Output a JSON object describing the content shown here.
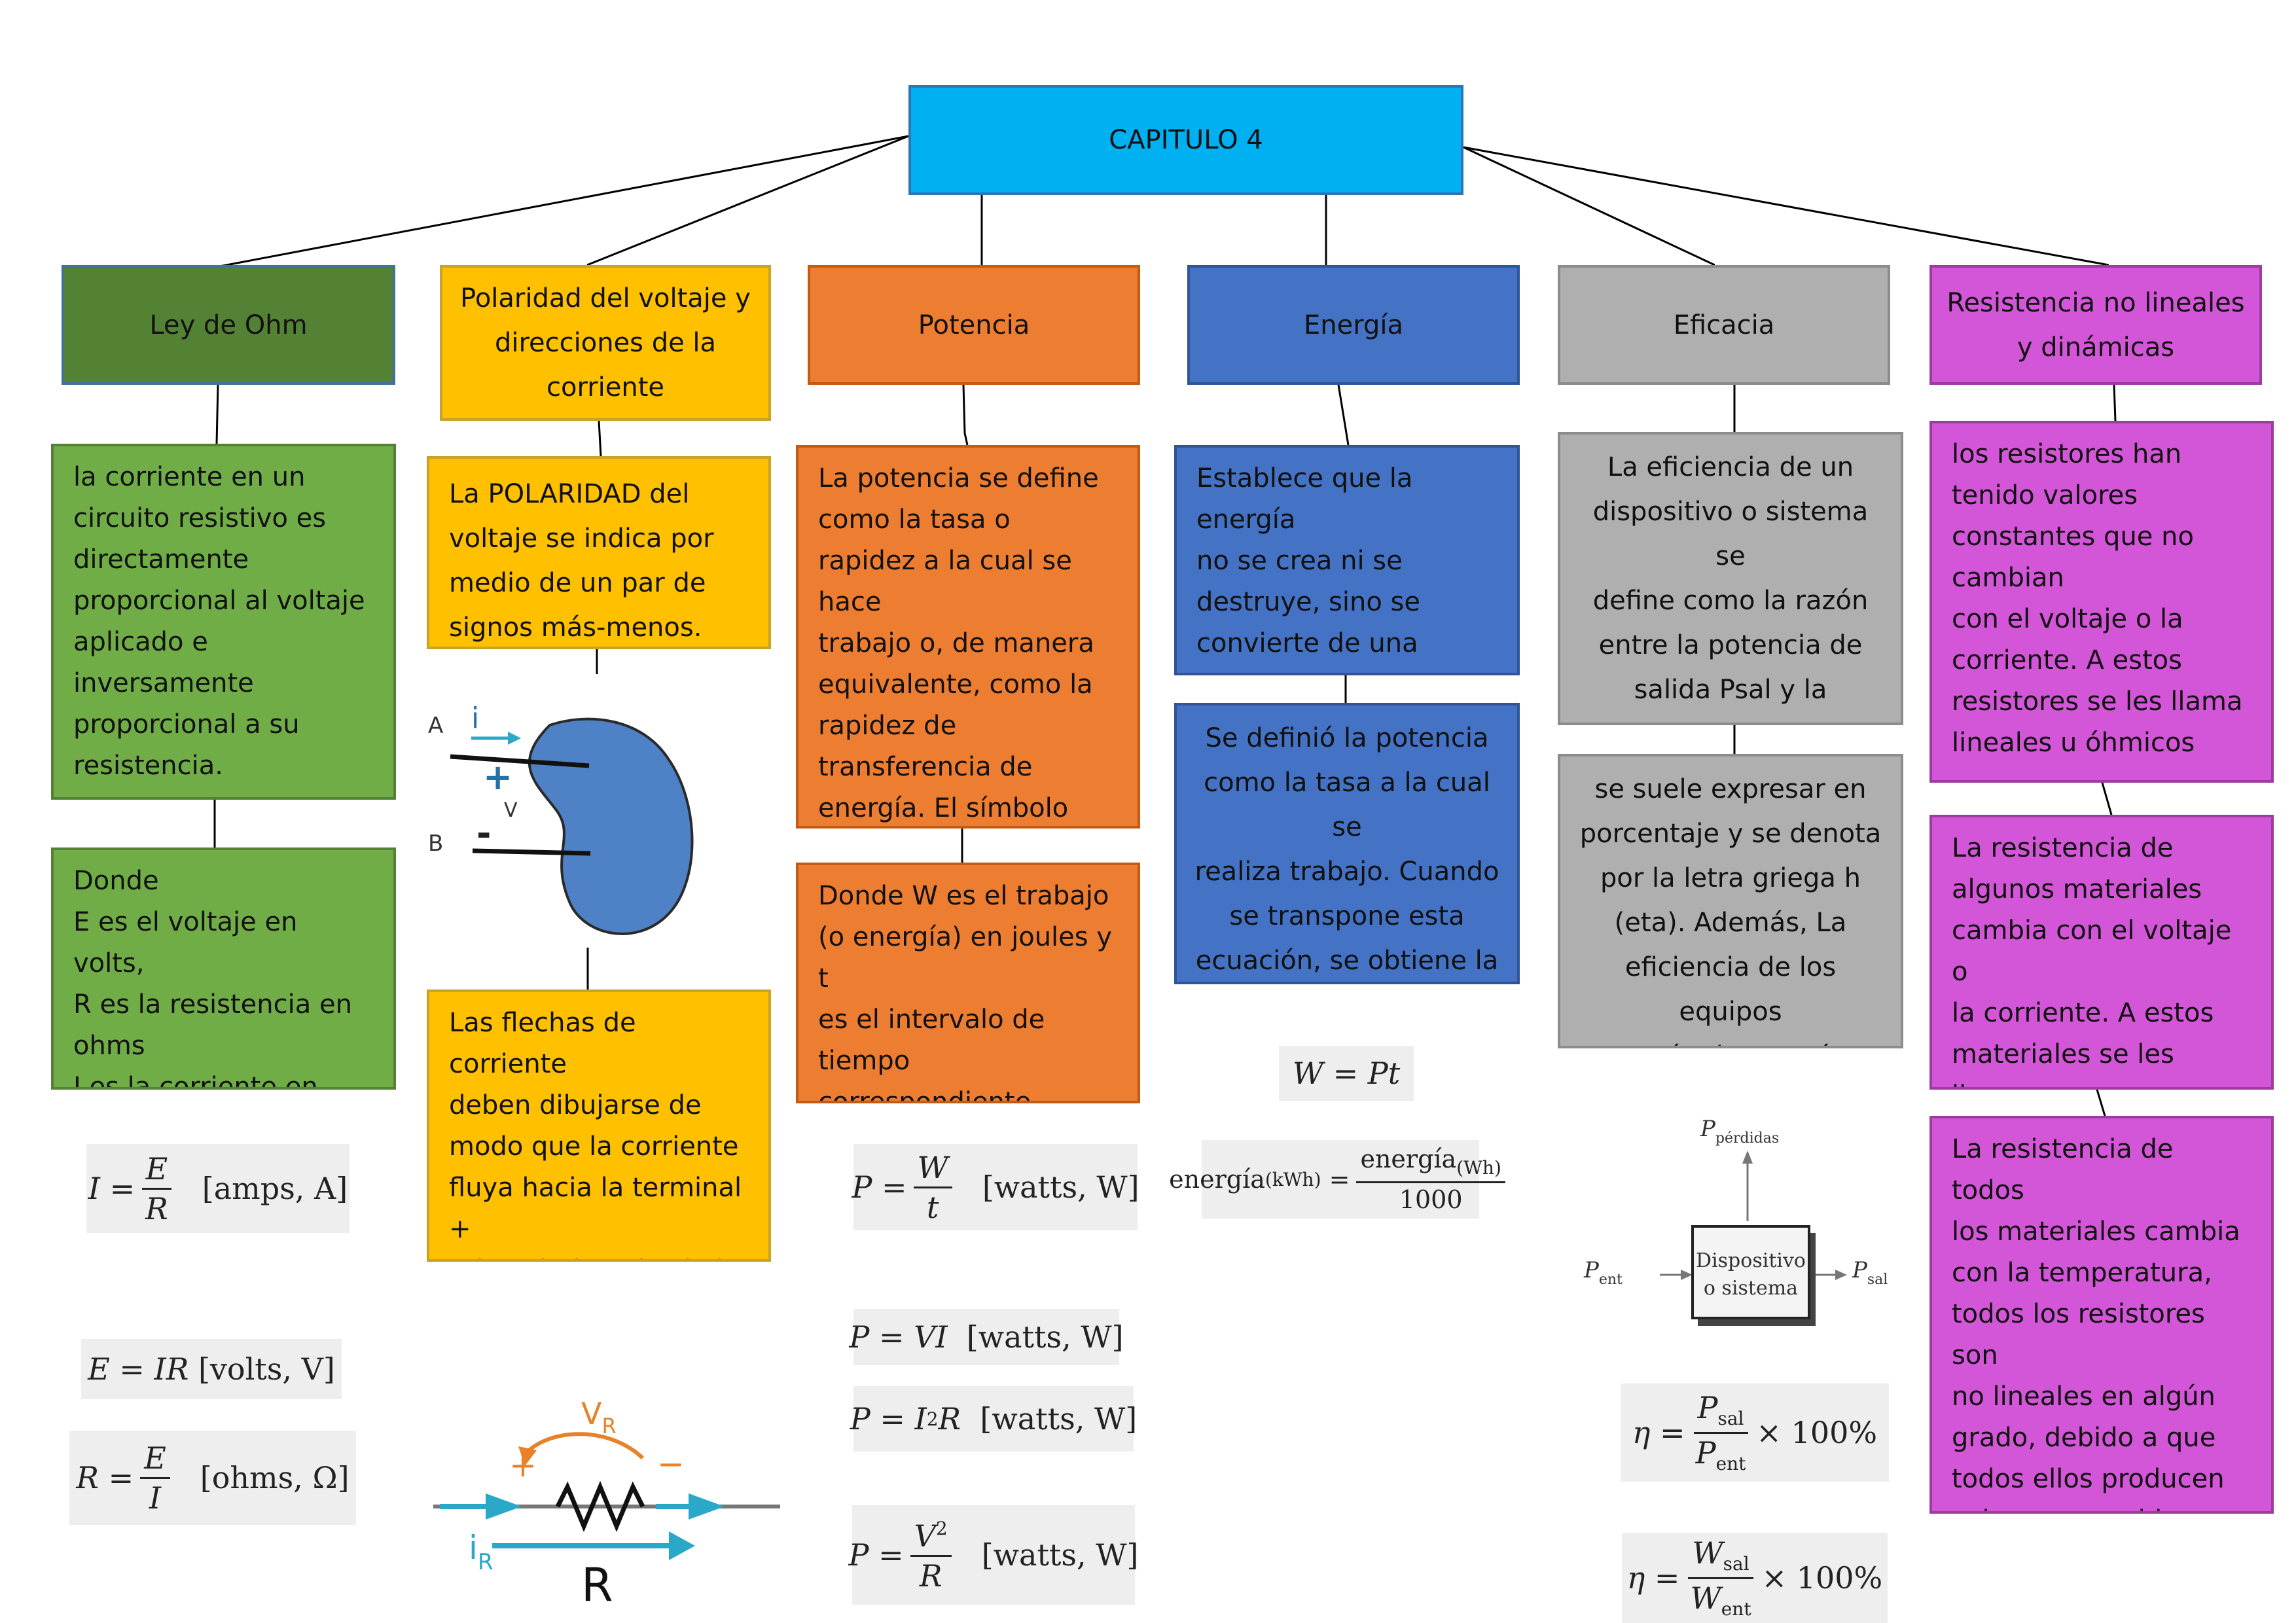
{
  "root": {
    "title": "CAPITULO 4"
  },
  "columns": [
    {
      "header": "Ley de Ohm",
      "boxes": [
        "la corriente en un\ncircuito resistivo es\ndirectamente\nproporcional al voltaje\naplicado e\ninversamente\nproporcional a su\nresistencia.",
        "Donde\nE es el voltaje en volts,\nR es la resistencia en\nohms\nI es la corriente en"
      ]
    },
    {
      "header": "Polaridad del voltaje y\ndirecciones de la\ncorriente",
      "boxes": [
        "La POLARIDAD del\nvoltaje se indica por\nmedio de un par de\nsignos más-menos.",
        "Las flechas de corriente\ndeben dibujarse de\nmodo que la corriente\nfluya hacia la terminal +\n-  de voltaje y desde la\nterminal - + de voltaje."
      ]
    },
    {
      "header": "Potencia",
      "boxes": [
        "La potencia se define\ncomo la tasa o\nrapidez a la cual se hace\ntrabajo o, de manera\nequivalente, como la\nrapidez de\ntransferencia de\nenergía. El símbolo para\nla potencia es P.",
        "Donde W es el trabajo\n(o energía) en joules y t\nes el intervalo de\ntiempo correspondiente\nde t segundos"
      ]
    },
    {
      "header": "Energía",
      "boxes": [
        "Establece que la energía\nno se crea ni se\ndestruye, sino se\nconvierte de una\nforma en otra",
        "Se definió la potencia\ncomo la tasa a la cual se\nrealiza trabajo. Cuando\nse transpone esta\necuación, se obtiene la\nfórmula de la energía."
      ]
    },
    {
      "header": "Eficacia",
      "boxes": [
        "La eficiencia de un\ndispositivo o sistema se\ndefine como la razón\nentre la potencia de\nsalida Psal y la potencia\nde entrada Pent",
        "se suele expresar en\nporcentaje y se denota\npor la letra griega h\n(eta). Además, La\neficiencia de los equipos\ny máquinas varía mucho"
      ]
    },
    {
      "header": "Resistencia no lineales\ny dinámicas",
      "boxes": [
        "los resistores han\ntenido valores\nconstantes que no\ncambian\ncon el voltaje o la\ncorriente. A estos\nresistores se les llama\nlineales u óhmicos",
        "La resistencia de\nalgunos materiales\ncambia con el voltaje o\nla corriente. A estos\nmateriales se les llama\nno lineales",
        "La resistencia de todos\nlos materiales cambia\ncon la temperatura,\ntodos los resistores son\nno lineales en algún\ngrado, debido a que\ntodos ellos producen\ncalor que cambia su\nresistencia"
      ]
    }
  ],
  "formulas": {
    "ohm_I": {
      "lhs": "I",
      "num": "E",
      "den": "R",
      "unit": "[amps, A]"
    },
    "ohm_E": {
      "text": "E = IR",
      "unit": "[volts, V]"
    },
    "ohm_R": {
      "lhs": "R",
      "num": "E",
      "den": "I",
      "unit": "[ohms, Ω]"
    },
    "pot_W": {
      "lhs": "P",
      "num": "W",
      "den": "t",
      "unit": "[watts, W]"
    },
    "pot_VI": {
      "text": "P = VI",
      "unit": "[watts, W]"
    },
    "pot_I2R": {
      "lhs": "P = I",
      "sup": "2",
      "rest": "R",
      "unit": "[watts, W]"
    },
    "pot_V2R": {
      "lhs": "P",
      "num": "V",
      "sup": "2",
      "den": "R",
      "unit": "[watts, W]"
    },
    "energy_W": {
      "text": "W = Pt"
    },
    "energy_kwh": {
      "lhs": "energía",
      "lhs_sub": "(kWh)",
      "num": "energía",
      "num_sub": "(Wh)",
      "den": "1000"
    },
    "eff_P": {
      "eta": "η",
      "num": "P",
      "num_sub": "sal",
      "den": "P",
      "den_sub": "ent",
      "tail": "× 100%"
    },
    "eff_W": {
      "eta": "η",
      "num": "W",
      "num_sub": "sal",
      "den": "W",
      "den_sub": "ent",
      "tail": "× 100%"
    }
  },
  "polarity_diagram": {
    "label_a": "A",
    "label_b": "B",
    "current": "i",
    "plus": "+",
    "minus": "-",
    "voltage": "V"
  },
  "resistor_diagram": {
    "voltage": "V",
    "voltage_sub": "R",
    "current": "i",
    "current_sub": "R",
    "plus": "+",
    "minus": "−",
    "name": "R"
  },
  "efficiency_diagram": {
    "losses": "P",
    "losses_sub": "pérdidas",
    "input": "P",
    "input_sub": "ent",
    "output": "P",
    "output_sub": "sal",
    "device_line1": "Dispositivo",
    "device_line2": "o sistema"
  },
  "colors": {
    "root": "#00b0f0",
    "ohm": "#548235",
    "ohm_body": "#70ad47",
    "polarity": "#ffc000",
    "potencia": "#ed7d31",
    "energia": "#4472c4",
    "eficacia": "#afafaf",
    "resistencia": "#d456d8",
    "diagram_blob": "#4e81c6",
    "resistor_cyan": "#2aa8c8",
    "resistor_orange": "#e8822a"
  }
}
